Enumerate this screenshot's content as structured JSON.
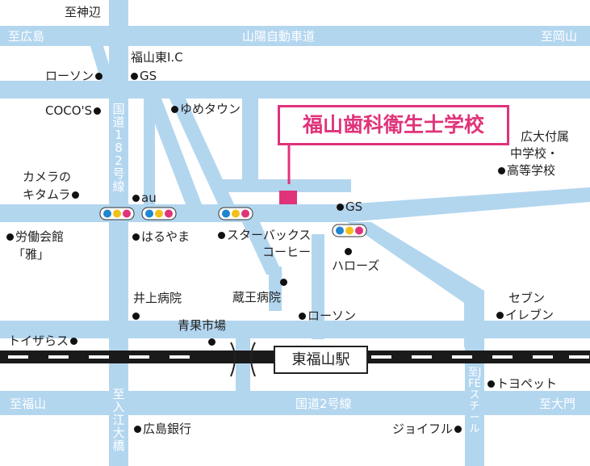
{
  "colors": {
    "road": "#b3d6ef",
    "road_text": "#ffffff",
    "school": "#e0337a",
    "rail_dark": "#1a1a1a",
    "signal_blue": "#1f86d0",
    "signal_yellow": "#f3c01a",
    "signal_red": "#e0337a"
  },
  "roads": {
    "expressway": "山陽自動車道",
    "to_hiroshima": "至広島",
    "to_okayama": "至岡山",
    "to_kannabe": "至神辺",
    "route182": "国道182号線",
    "route2": "国道2号線",
    "to_fukuyama": "至福山",
    "to_daimon": "至大門",
    "to_irie_ohashi": "至入江大橋",
    "to_jfe_steel": "至JFEスチール"
  },
  "school": {
    "name": "福山歯科衛生士学校",
    "marker": "school-marker"
  },
  "station": {
    "name": "東福山駅"
  },
  "landmarks": {
    "ic": "福山東I.C",
    "gs1": "GS",
    "lawson1": "ローソン",
    "cocos": "COCO'S",
    "youme": "ゆめタウン",
    "camera_line1": "カメラの",
    "camera_line2": "キタムラ",
    "au": "au",
    "gs2": "GS",
    "hiroshima_univ_line1": "広大付属",
    "hiroshima_univ_line2": "中学校・",
    "hiroshima_univ_line3": "高等学校",
    "roudou_line1": "労働会館",
    "roudou_line2": "「雅」",
    "haruyama": "はるやま",
    "starbucks_line1": "スターバックス",
    "starbucks_line2": "コーヒー",
    "harose": "ハローズ",
    "zao": "蔵王病院",
    "inoue": "井上病院",
    "seven_line1": "セブン",
    "seven_line2": "イレブン",
    "lawson2": "ローソン",
    "seika": "青果市場",
    "toysrus": "トイザらス",
    "toyopet": "トヨペット",
    "hiroshima_bank": "広島銀行",
    "joyful": "ジョイフル"
  }
}
